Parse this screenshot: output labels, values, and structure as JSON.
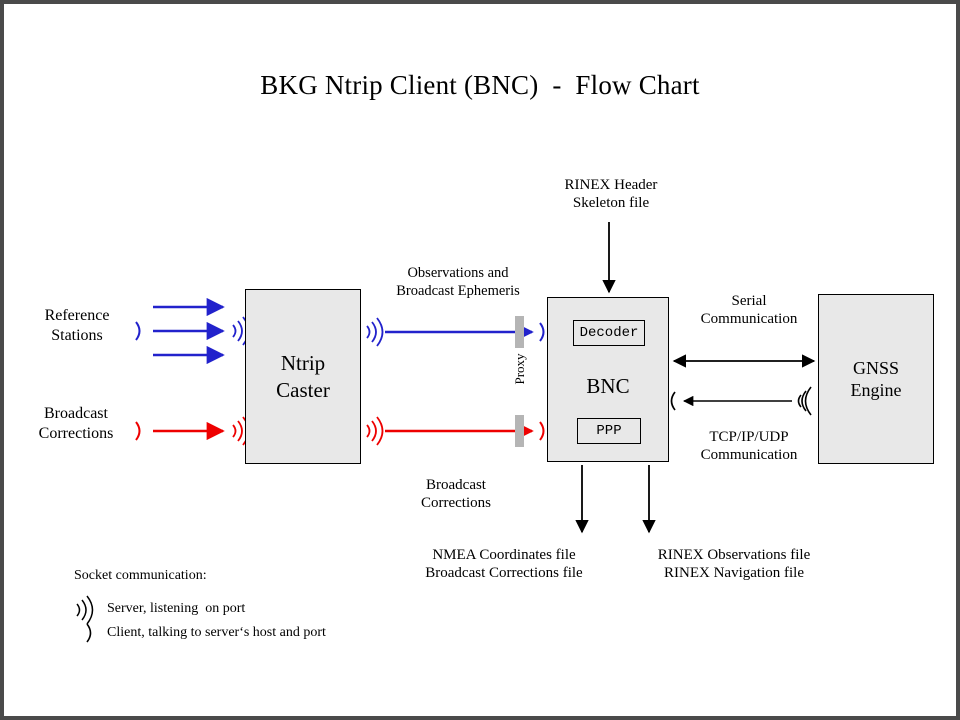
{
  "page": {
    "title": "BKG Ntrip Client (BNC)  -  Flow Chart",
    "border_color": "#4a4a4a",
    "background": "#ffffff"
  },
  "colors": {
    "blue": "#2222cc",
    "red": "#ee0000",
    "black": "#000000",
    "box_fill": "#e8e8e8",
    "proxy_bar": "#b5b5b5"
  },
  "nodes": {
    "caster": {
      "line1": "Ntrip",
      "line2": "Caster"
    },
    "bnc": {
      "label": "BNC",
      "decoder": "Decoder",
      "ppp": "PPP"
    },
    "gnss": {
      "line1": "GNSS",
      "line2": "Engine"
    }
  },
  "labels": {
    "reference_stations": "Reference\nStations",
    "broadcast_corrections_in": "Broadcast\nCorrections",
    "observations_ephemeris": "Observations and\nBroadcast Ephemeris",
    "broadcast_corrections_out": "Broadcast\nCorrections",
    "rinex_header_skeleton": "RINEX Header\nSkeleton file",
    "serial_communication": "Serial\nCommunication",
    "tcp_communication": "TCP/IP/UDP\nCommunication",
    "proxy": "Proxy",
    "nmea_outputs": "NMEA Coordinates file\nBroadcast Corrections file",
    "rinex_outputs": "RINEX Observations file\nRINEX Navigation file"
  },
  "legend": {
    "title": "Socket communication:",
    "server_icon": "server-signal-icon",
    "server_text": "Server, listening  on port",
    "client_icon": "client-paren-icon",
    "client_text": "Client, talking to server‘s host and port"
  }
}
